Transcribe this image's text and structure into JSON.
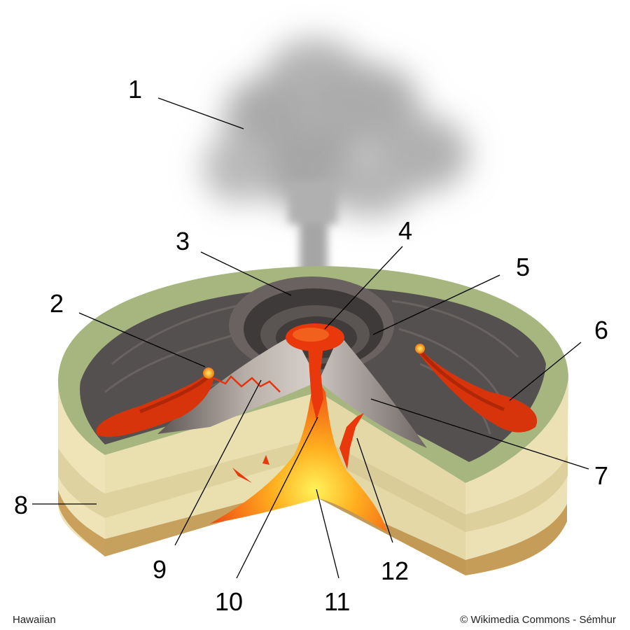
{
  "diagram": {
    "labels": [
      "1",
      "2",
      "3",
      "4",
      "5",
      "6",
      "7",
      "8",
      "9",
      "10",
      "11",
      "12"
    ],
    "caption_left": "Hawaiian",
    "caption_right": "© Wikimedia Commons - Sémhur"
  },
  "colors": {
    "lava": "#e8380c",
    "lava_dark": "#b82a0a",
    "magma_core": "#ffe24a",
    "grass": "#a4b47c",
    "rock_dark": "#4a4a4a",
    "rock_light": "#9a8e88",
    "strata_light": "#efe6bd",
    "strata_mid": "#e2d6a3",
    "strata_base": "#c9a461",
    "smoke": "#9a9a9a"
  }
}
